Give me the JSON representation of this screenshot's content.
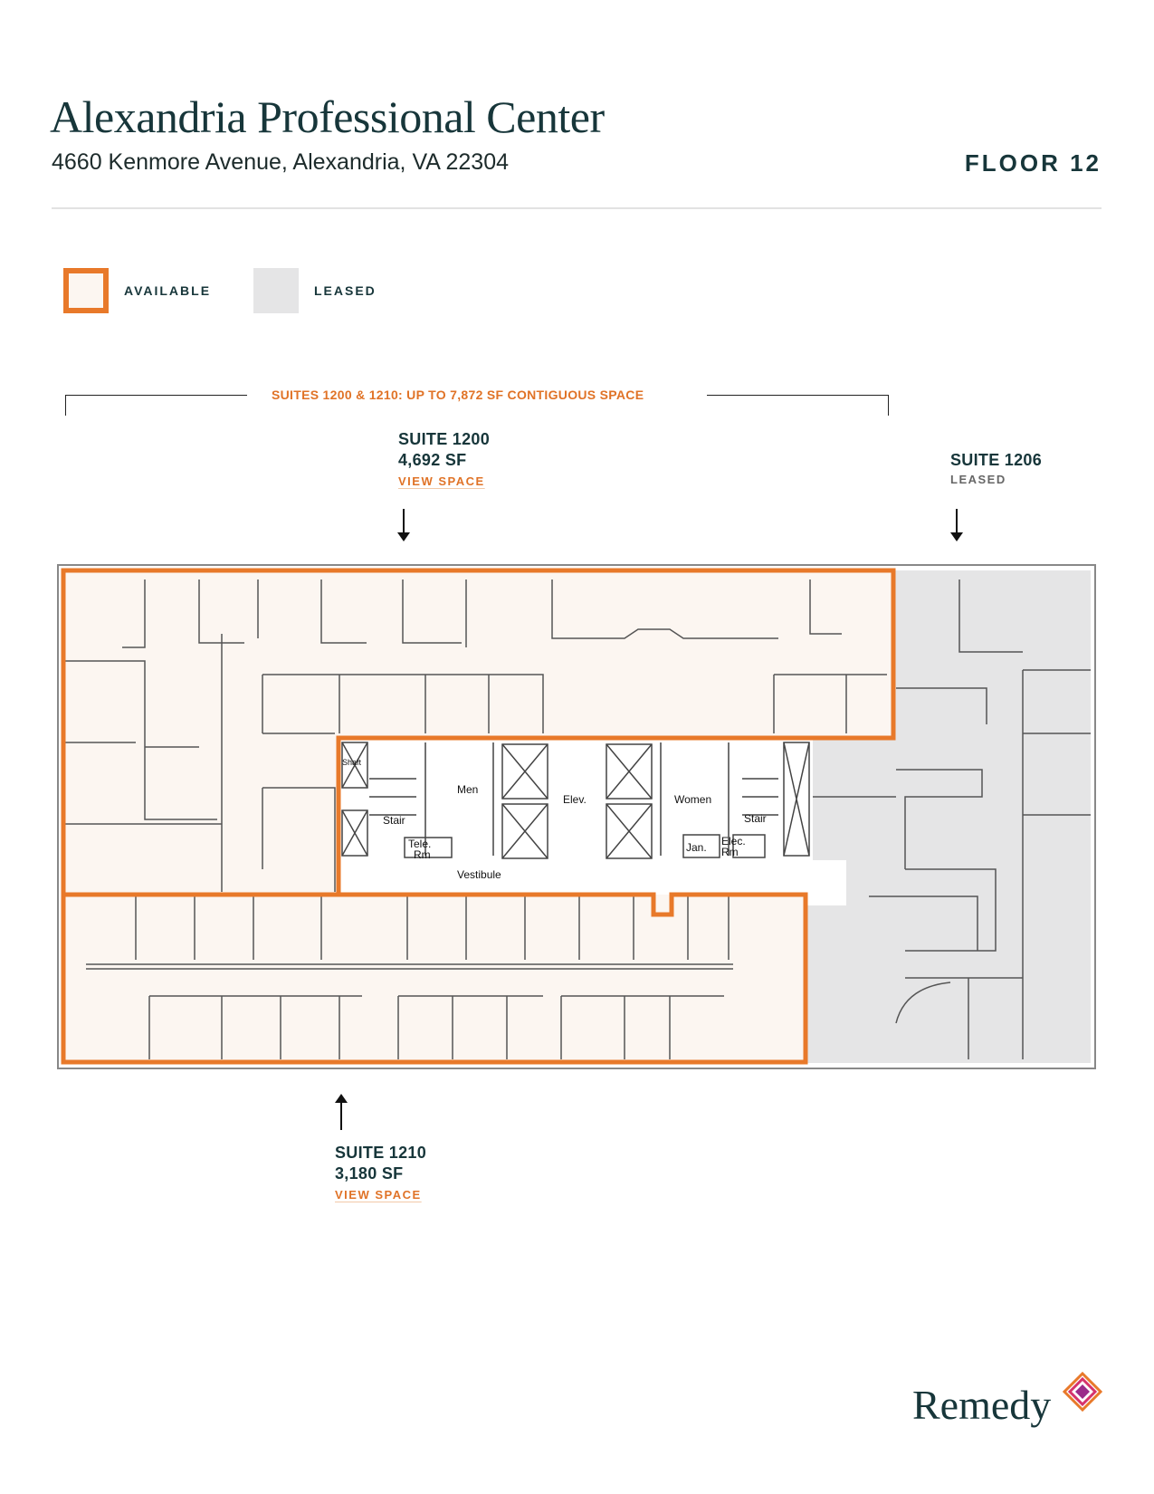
{
  "header": {
    "title": "Alexandria Professional Center",
    "address": "4660 Kenmore Avenue, Alexandria, VA 22304",
    "floor": "FLOOR 12"
  },
  "legend": {
    "available": "AVAILABLE",
    "leased": "LEASED",
    "available_color": "#e8792a",
    "leased_color": "#e5e5e6"
  },
  "contiguous_label": "SUITES 1200 & 1210:  UP TO 7,872 SF CONTIGUOUS SPACE",
  "suites": [
    {
      "name": "SUITE 1200",
      "size": "4,692 SF",
      "action": "VIEW SPACE",
      "status": "available"
    },
    {
      "name": "SUITE 1206",
      "status_label": "LEASED",
      "status": "leased"
    },
    {
      "name": "SUITE 1210",
      "size": "3,180 SF",
      "action": "VIEW SPACE",
      "status": "available"
    }
  ],
  "plan_labels": {
    "shaft": "Shaft",
    "stair_left": "Stair",
    "stair_right": "Stair",
    "men": "Men",
    "women": "Women",
    "elev": "Elev.",
    "tele": "Tele.",
    "tele2": "Rm",
    "jan": "Jan.",
    "elec": "Elec.",
    "elec2": "Rm",
    "vestibule": "Vestibule"
  },
  "logo": "Remedy"
}
